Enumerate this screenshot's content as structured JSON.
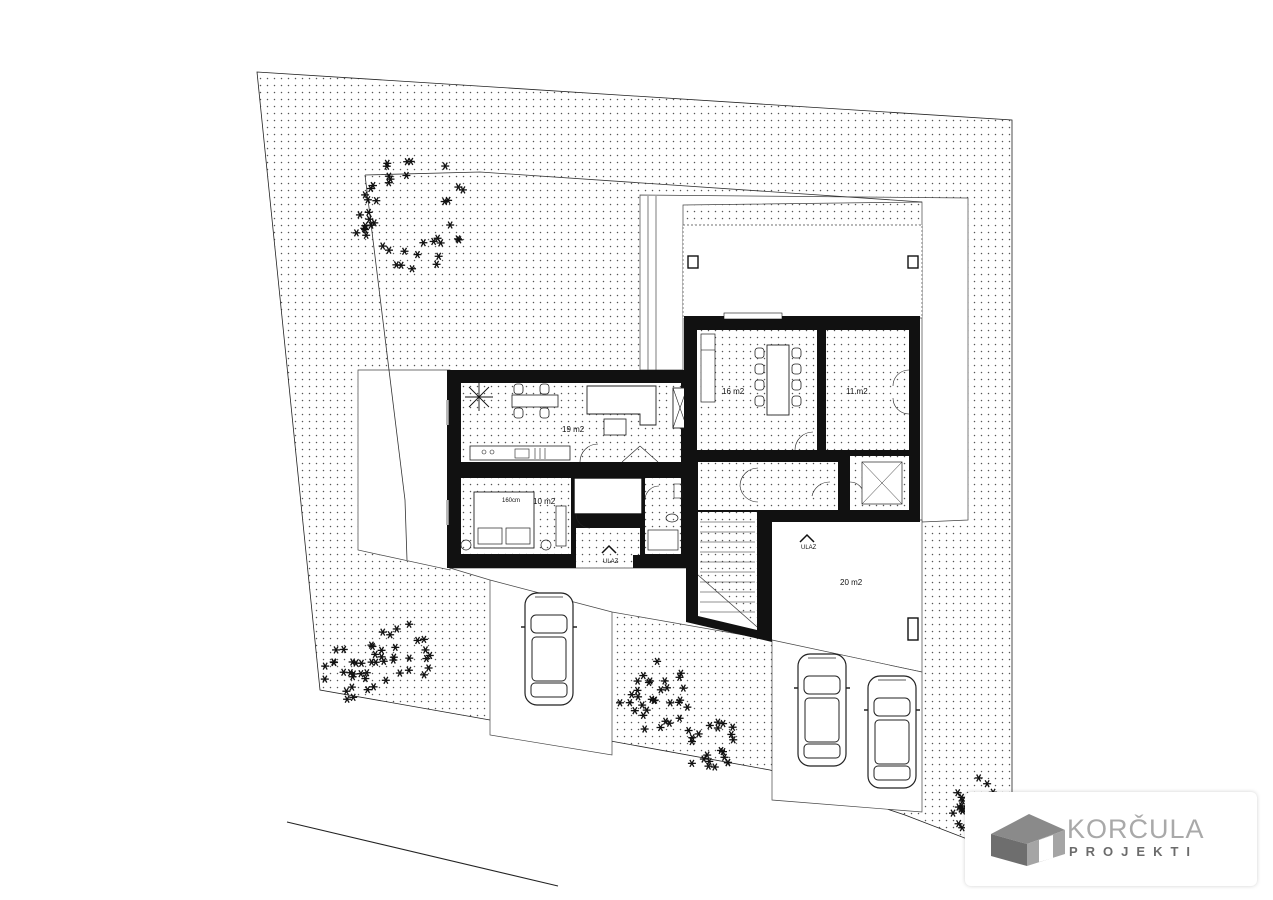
{
  "rooms": {
    "living": "19 m2",
    "bedroom": "10 m2",
    "bed_size": "160cm",
    "dining": "16 m2",
    "room_11": "11 m2",
    "terrace": "20 m2"
  },
  "entrances": {
    "left": "ULAZ",
    "right": "ULAZ"
  },
  "logo": {
    "title": "KORČULA",
    "subtitle": "PROJEKTI"
  },
  "colors": {
    "ink": "#111111",
    "dots": "#555555",
    "logo_gray": "#a9a9a9"
  }
}
